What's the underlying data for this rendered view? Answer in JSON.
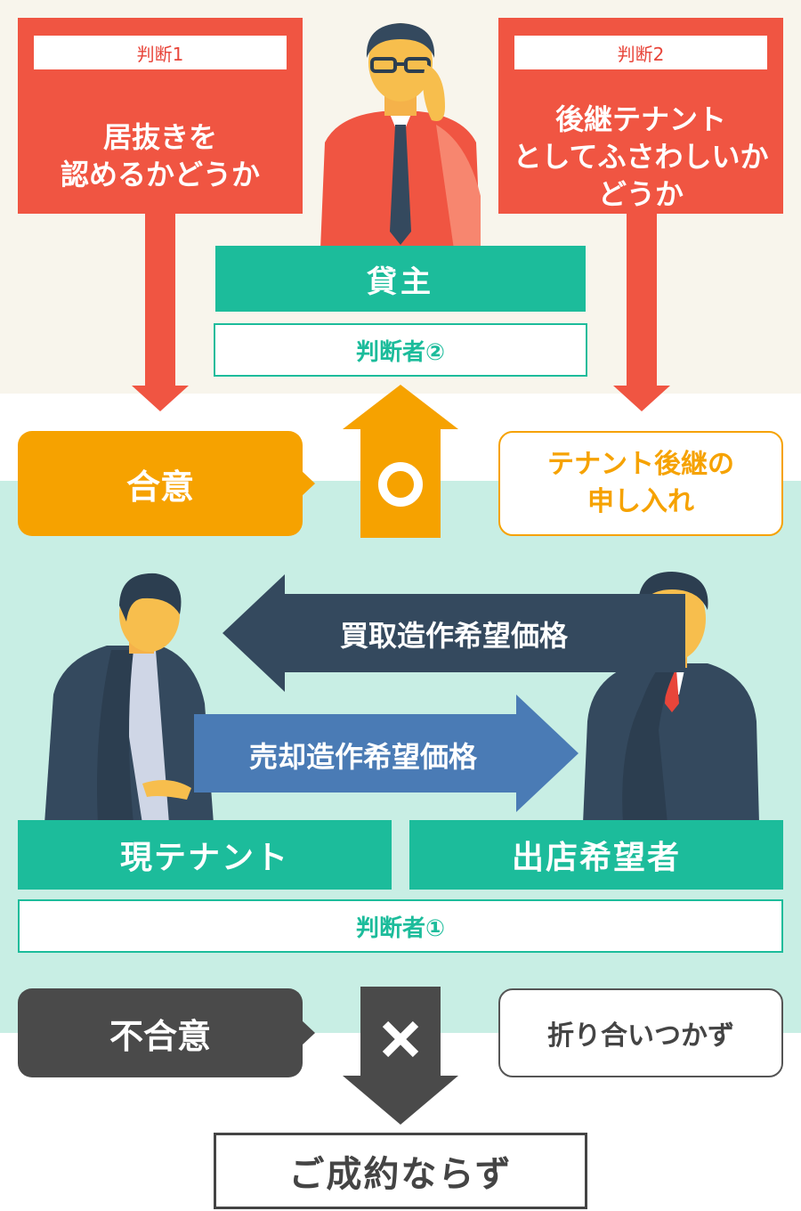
{
  "judgment1": {
    "tag": "判断1",
    "line1": "居抜きを",
    "line2": "認めるかどうか"
  },
  "judgment2": {
    "tag": "判断2",
    "line1": "後継テナント",
    "line2": "としてふさわしいか",
    "line3": "どうか"
  },
  "landlord": {
    "label": "貸主",
    "role": "判断者②"
  },
  "agree": {
    "label": "合意",
    "symbol": "○"
  },
  "proposal": {
    "line1": "テナント後継の",
    "line2": "申し入れ"
  },
  "arrows": {
    "buy_price": "買取造作希望価格",
    "sell_price": "売却造作希望価格"
  },
  "tenants": {
    "current": "現テナント",
    "applicant": "出店希望者",
    "role": "判断者①"
  },
  "disagree": {
    "label": "不合意",
    "symbol": "✕"
  },
  "no_settle": "折り合いつかず",
  "result": "ご成約ならず",
  "colors": {
    "red": "#f05542",
    "teal": "#1cbc9b",
    "orange": "#f6a200",
    "navy": "#34495e",
    "blue": "#4a7bb5",
    "dark": "#4a4a4a"
  }
}
